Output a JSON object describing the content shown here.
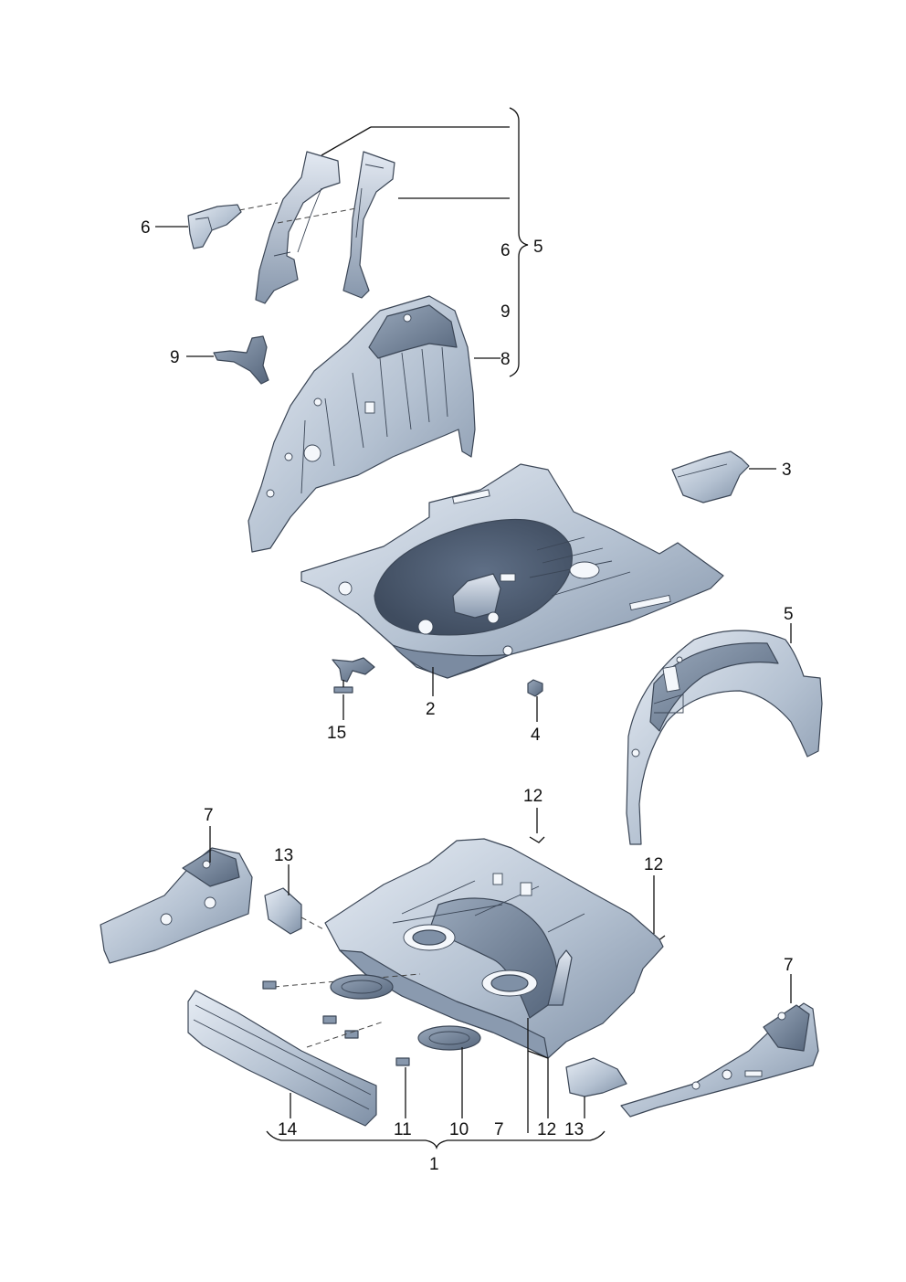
{
  "colors": {
    "part_light": "#dfe6ef",
    "part_mid": "#aebccd",
    "part_dark": "#7e8fa4",
    "part_shadow": "#58687e",
    "outline": "#3b4656",
    "label": "#111111"
  },
  "labels": {
    "l5_bracket": "5",
    "l6_left": "6",
    "l6_bracket": "6",
    "l9_bracket": "9",
    "l9_left": "9",
    "l8": "8",
    "l3": "3",
    "l5_right": "5",
    "l2": "2",
    "l15": "15",
    "l4": "4",
    "l12_top": "12",
    "l12_mid": "12",
    "l7_left": "7",
    "l13_left": "13",
    "l7_right": "7",
    "l14": "14",
    "l11": "11",
    "l10": "10",
    "l7_bottom": "7",
    "l12_bottom": "12",
    "l13_bottom": "13",
    "l1": "1"
  }
}
